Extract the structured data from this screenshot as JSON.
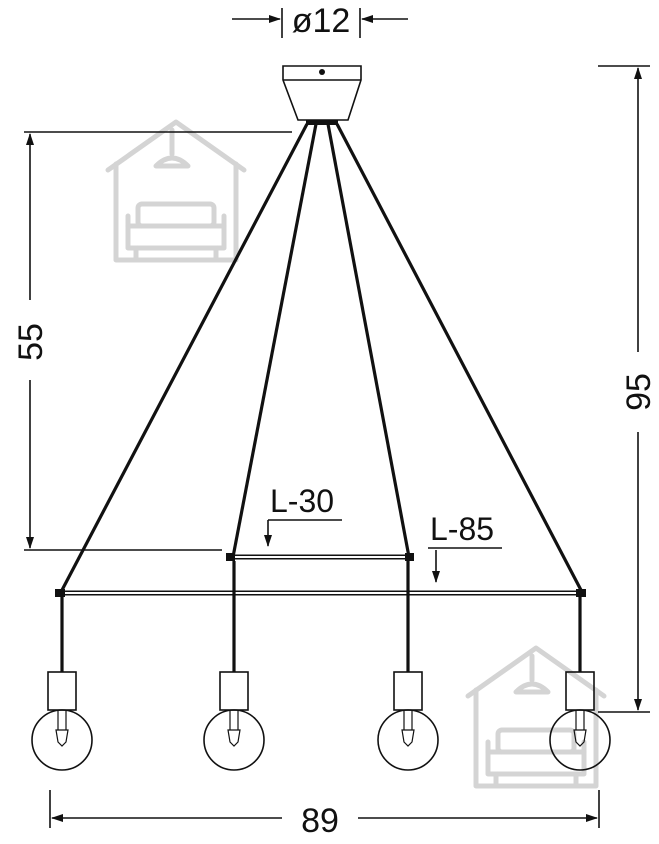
{
  "dimensions": {
    "canopy_diameter": "ø12",
    "drop_height": "55",
    "total_height": "95",
    "total_width": "89",
    "short_bar_length": "L-30",
    "long_bar_length": "L-85"
  },
  "colors": {
    "line": "#111111",
    "watermark": "#d4d4d4"
  },
  "icons": {
    "watermark": "house-with-lamp-and-sofa-icon"
  }
}
